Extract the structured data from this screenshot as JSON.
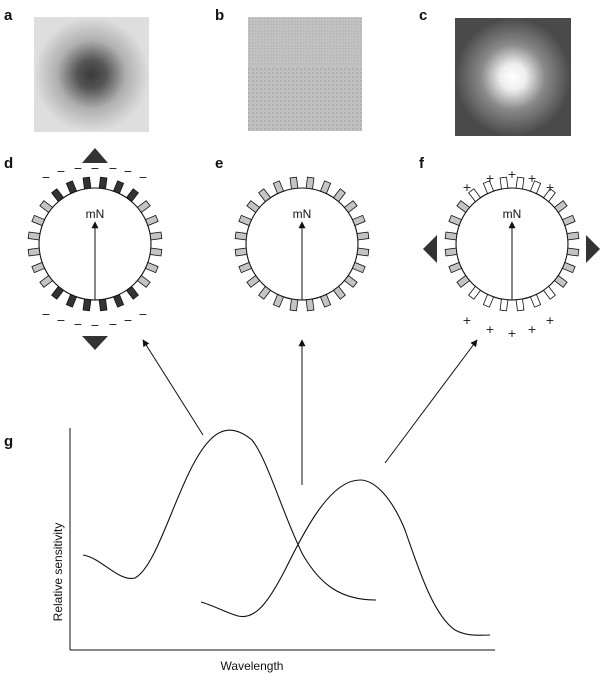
{
  "panels": {
    "a": {
      "letter": "a"
    },
    "b": {
      "letter": "b"
    },
    "c": {
      "letter": "c"
    },
    "d": {
      "letter": "d",
      "label": "mN",
      "pattern": "N-S",
      "sign": "−"
    },
    "e": {
      "letter": "e",
      "label": "mN"
    },
    "f": {
      "letter": "f",
      "label": "mN",
      "pattern": "E-W",
      "sign": "+"
    },
    "g": {
      "letter": "g"
    }
  },
  "chart_data": {
    "type": "line",
    "xlabel": "Wavelength",
    "ylabel": "Relative sensitivity",
    "series": [
      {
        "values": [
          [
            0.01,
            0.24
          ],
          [
            0.12,
            0.15
          ],
          [
            0.38,
            0.97
          ],
          [
            0.72,
            0.07
          ]
        ]
      },
      {
        "values": [
          [
            0.31,
            0.05
          ],
          [
            0.46,
            0.05
          ],
          [
            0.68,
            0.69
          ],
          [
            1.0,
            0.02
          ]
        ]
      }
    ]
  },
  "colors": {
    "dark": "#333333",
    "mid": "#c4c4c4",
    "light": "#ffffff"
  }
}
